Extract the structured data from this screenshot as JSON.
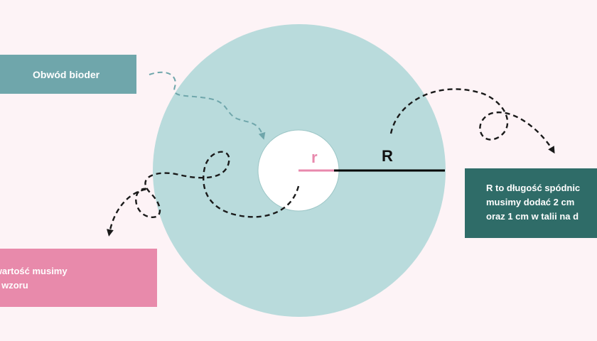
{
  "labels": {
    "hips": "Obwód bioder",
    "r_symbol": "r",
    "R_symbol": "R"
  },
  "notes": {
    "r_desc": [
      "ego wartość musimy",
      "tawie wzoru"
    ],
    "R_desc": [
      "R to długość spódnic",
      "musimy dodać 2 cm",
      "oraz 1 cm w talii na d"
    ]
  },
  "colors": {
    "background": "#fdf3f6",
    "outer_circle": "#b9dbdc",
    "inner_circle": "#ffffff",
    "teal_box": "#6fa6ab",
    "pink_box": "#e88aab",
    "dark_teal_box": "#2f6c68",
    "r_accent": "#e889ad",
    "arrow_dark": "#1a1a1a",
    "arrow_teal": "#6fa6ab"
  }
}
